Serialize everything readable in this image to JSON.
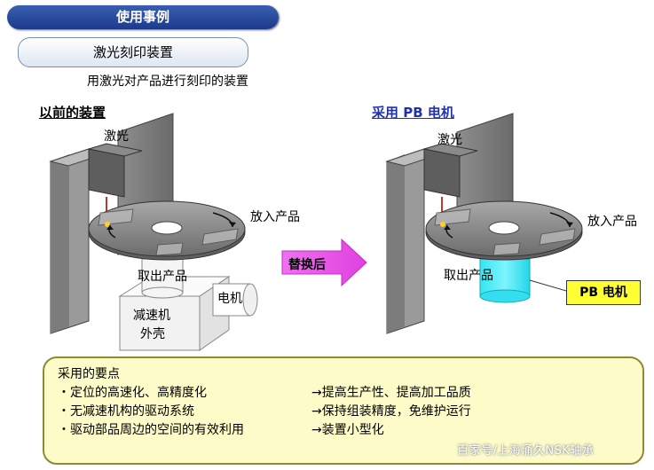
{
  "header": {
    "title": "使用事例"
  },
  "device": {
    "name": "激光刻印装置",
    "description": "用激光对产品进行刻印的装置"
  },
  "before": {
    "title": "以前的装置",
    "laser_label": "激光",
    "insert_label": "放入产品",
    "remove_label": "取出产品",
    "motor_label": "电机",
    "reducer_label_1": "减速机",
    "reducer_label_2": "外壳"
  },
  "arrow": {
    "label": "替换后"
  },
  "after": {
    "title": "采用 PB 电机",
    "laser_label": "激光",
    "insert_label": "放入产品",
    "remove_label": "取出产品",
    "pb_motor_label": "PB 电机"
  },
  "points": {
    "heading": "采用的要点",
    "items": [
      {
        "point": "・定位的高速化、高精度化",
        "effect": "→提高生产性、提高加工品质"
      },
      {
        "point": "・无减速机构的驱动系统",
        "effect": "→保持组装精度，免维护运行"
      },
      {
        "point": "・驱动部品周边的空间的有效利用",
        "effect": "→装置小型化"
      }
    ]
  },
  "watermark": "百家号/上海涌久NSK轴承"
}
